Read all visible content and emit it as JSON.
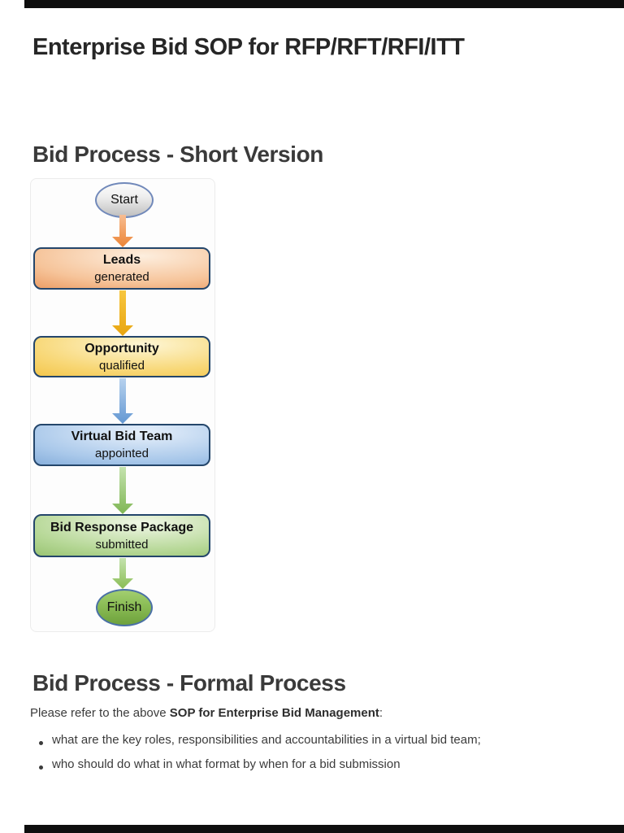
{
  "page": {
    "title": "Enterprise Bid SOP for RFP/RFT/RFI/ITT"
  },
  "sections": {
    "short_version": {
      "heading": "Bid Process - Short Version"
    },
    "formal_process": {
      "heading": "Bid Process - Formal Process",
      "intro_prefix": "Please refer to the above ",
      "intro_bold": "SOP for Enterprise Bid Management",
      "intro_suffix": ":",
      "bullets": [
        "what are the key roles, responsibilities and accountabilities in a virtual bid team;",
        "who should do what in what format by when for a bid submission"
      ]
    }
  },
  "flowchart": {
    "nodes": [
      {
        "id": "start",
        "shape": "ellipse",
        "label": "Start",
        "fill_top": "#fcfcfc",
        "fill_bottom": "#bfbfbf",
        "border": "#7189ba"
      },
      {
        "id": "leads",
        "shape": "box",
        "title": "Leads",
        "subtitle": "generated",
        "edge_color": "#e0722a",
        "center_color": "#fdeede",
        "border": "#24466b"
      },
      {
        "id": "opportunity",
        "shape": "box",
        "title": "Opportunity",
        "subtitle": "qualified",
        "edge_color": "#eeb21a",
        "center_color": "#fdf6d5",
        "border": "#24466b"
      },
      {
        "id": "virtual-bid-team",
        "shape": "box",
        "title": "Virtual Bid Team",
        "subtitle": "appointed",
        "edge_color": "#5b8fc9",
        "center_color": "#e7f0fb",
        "border": "#24466b"
      },
      {
        "id": "bid-response-package",
        "shape": "box",
        "title": "Bid Response Package",
        "subtitle": "submitted",
        "edge_color": "#76ac47",
        "center_color": "#f0f7e6",
        "border": "#24466b"
      },
      {
        "id": "finish",
        "shape": "ellipse",
        "label": "Finish",
        "fill_top": "#a2ce70",
        "fill_bottom": "#6ea13c",
        "border": "#4a70a6"
      }
    ],
    "arrows": [
      {
        "from": "start",
        "to": "leads",
        "color": "#ec8435"
      },
      {
        "from": "leads",
        "to": "opportunity",
        "color": "#e8a50f"
      },
      {
        "from": "opportunity",
        "to": "virtual-bid-team",
        "color": "#6397d2"
      },
      {
        "from": "virtual-bid-team",
        "to": "bid-response-package",
        "color": "#7fb654"
      },
      {
        "from": "bid-response-package",
        "to": "finish",
        "color": "#8abc55"
      }
    ]
  }
}
